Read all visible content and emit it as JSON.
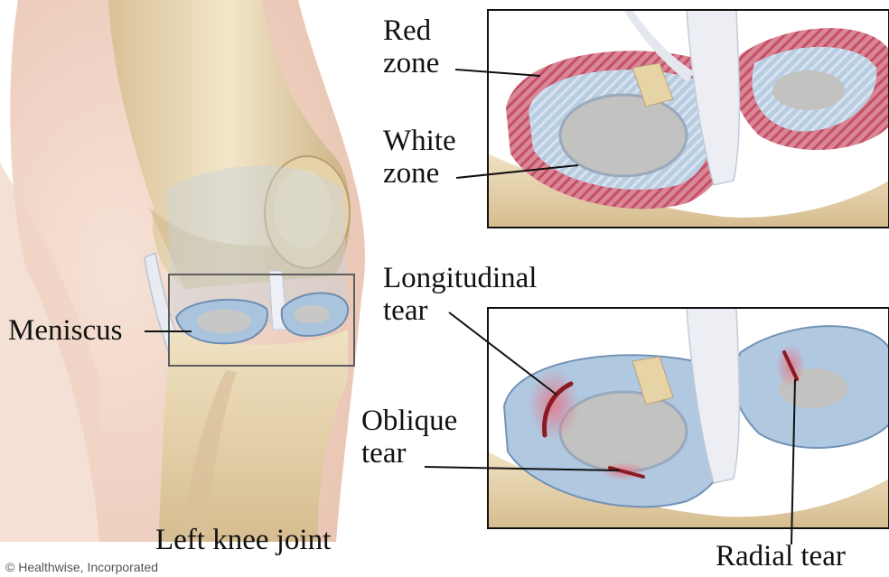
{
  "labels": {
    "red_zone": [
      "Red",
      "zone"
    ],
    "white_zone": [
      "White",
      "zone"
    ],
    "meniscus": "Meniscus",
    "longitudinal_tear": [
      "Longitudinal",
      "tear"
    ],
    "oblique_tear": [
      "Oblique",
      "tear"
    ],
    "left_knee_joint": "Left knee joint",
    "radial_tear": "Radial tear"
  },
  "credit": "© Healthwise, Incorporated",
  "colors": {
    "bone": "#ecdcb8",
    "bone_shade": "#cdb488",
    "skin": "#f1d6c6",
    "meniscus_blue": "#a9c3dc",
    "meniscus_dark": "#6e8fb3",
    "red_zone": "#d46a7e",
    "tear_red": "#8b1a22",
    "ligament": "#e7e8ee",
    "cartilage": "#b8b8b6"
  }
}
